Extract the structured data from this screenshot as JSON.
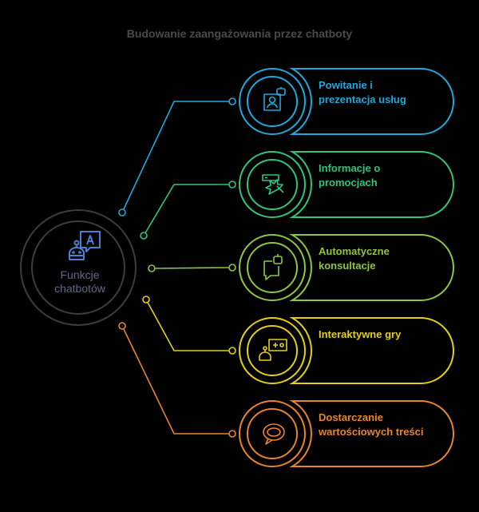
{
  "title": "Budowanie zaangażowania przez chatboty",
  "center": {
    "lines": [
      "Funkcje",
      "chatbotów"
    ],
    "icon": "chatbot-translate-icon",
    "color": "#4a7fd8",
    "text_color": "#5b6a86"
  },
  "items": [
    {
      "lines": [
        "Powitanie i",
        "prezentacja usług"
      ],
      "icon": "user-bot-icon",
      "color": "#1fa8dc"
    },
    {
      "lines": [
        "Informacje o",
        "promocjach"
      ],
      "icon": "promo-burst-icon",
      "color": "#2fc47a"
    },
    {
      "lines": [
        "Automatyczne",
        "konsultacje"
      ],
      "icon": "chat-bot-icon",
      "color": "#8dc63f"
    },
    {
      "lines": [
        "Interaktywne gry"
      ],
      "icon": "gamepad-bot-icon",
      "color": "#e3cf18"
    },
    {
      "lines": [
        "Dostarczanie",
        "wartościowych treści"
      ],
      "icon": "speech-bubble-icon",
      "color": "#e8842c"
    }
  ]
}
